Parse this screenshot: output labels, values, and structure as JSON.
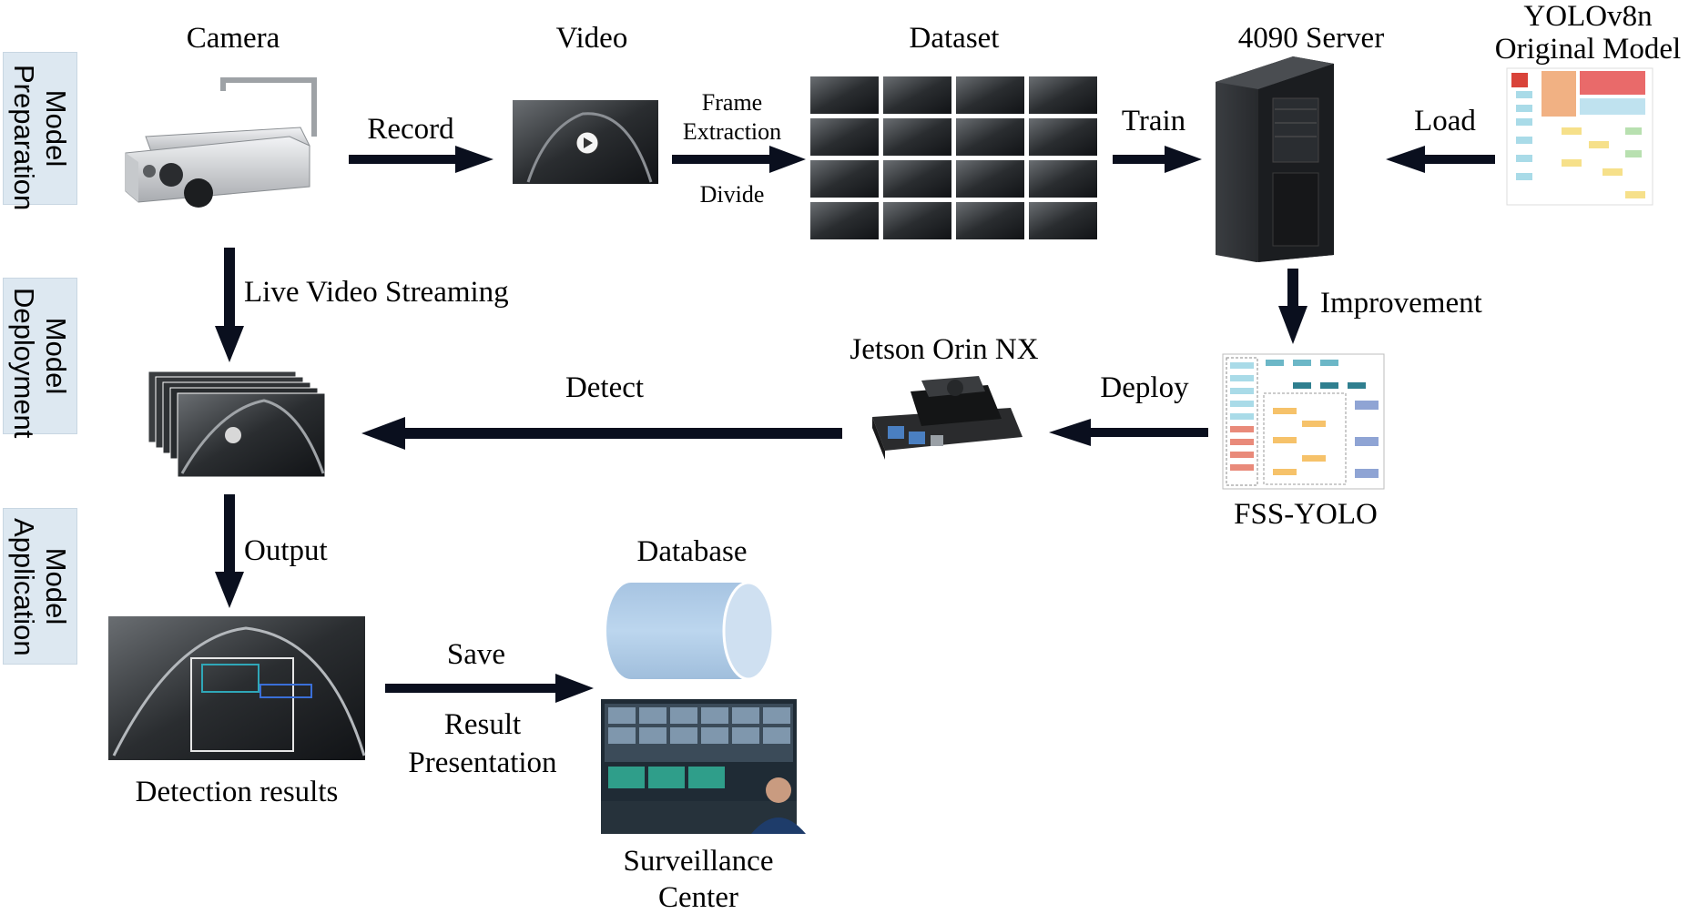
{
  "stages": [
    "Model Preparation",
    "Model Deployment",
    "Model Application"
  ],
  "nodes": {
    "camera": "Camera",
    "video": "Video",
    "dataset": "Dataset",
    "server": "4090 Server",
    "yolo_original_line1": "YOLOv8n",
    "yolo_original_line2": "Original Model",
    "jetson": "Jetson Orin NX",
    "fss_yolo": "FSS-YOLO",
    "detection_results": "Detection results",
    "database": "Database",
    "surveillance_line1": "Surveillance",
    "surveillance_line2": "Center"
  },
  "edges": {
    "record": "Record",
    "frame_extraction_line1": "Frame",
    "frame_extraction_line2": "Extraction",
    "divide": "Divide",
    "train": "Train",
    "load": "Load",
    "live_stream": "Live Video Streaming",
    "improvement": "Improvement",
    "deploy": "Deploy",
    "detect": "Detect",
    "output": "Output",
    "save": "Save",
    "result_line1": "Result",
    "result_line2": "Presentation"
  },
  "colors": {
    "stage_bg": "#dde8f1",
    "arrow": "#0a0f1e",
    "database": "#b7d2ea",
    "mine_dark": "#2a2d30"
  }
}
